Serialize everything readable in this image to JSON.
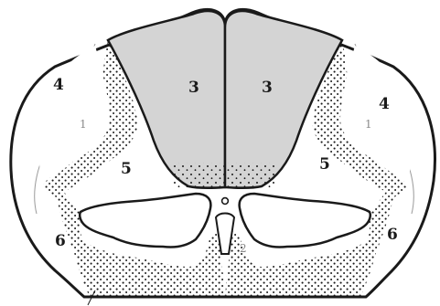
{
  "labels": {
    "dorsal_left": "3",
    "dorsal_right": "3",
    "lateral_left_outer": "4",
    "lateral_right_outer": "4",
    "lateral_left_inner": "1",
    "lateral_right_inner": "1",
    "horn_left": "5",
    "horn_right": "5",
    "ventral_left": "6",
    "ventral_right": "6",
    "ventral_center": "2"
  },
  "colors": {
    "ink": "#1a1a1a",
    "dorsal_fill": "#d4d4d4",
    "paper": "#ffffff",
    "faint": "#9a9a9a"
  }
}
